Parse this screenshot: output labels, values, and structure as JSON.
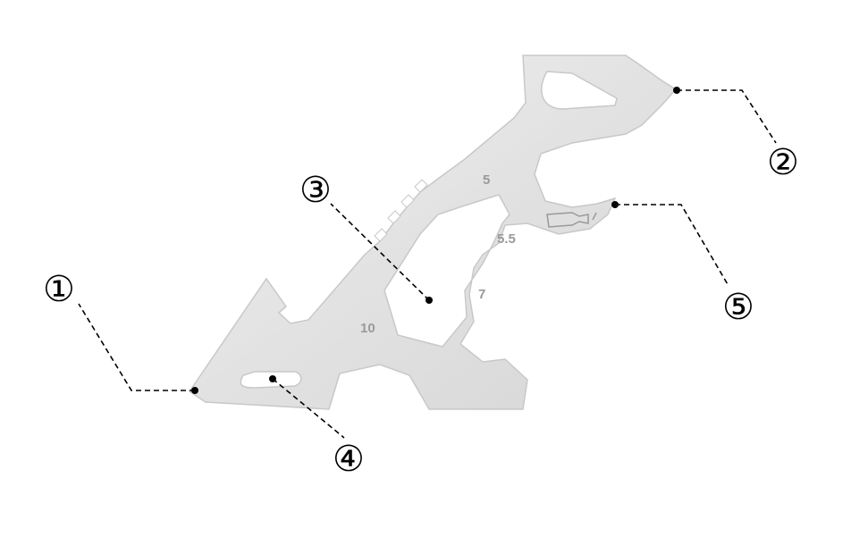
{
  "callouts": [
    {
      "label": "①"
    },
    {
      "label": "②"
    },
    {
      "label": "③"
    },
    {
      "label": "④"
    },
    {
      "label": "⑤"
    }
  ],
  "engravings": [
    "5",
    "5.5",
    "7",
    "10"
  ],
  "colors": {
    "metal": "#e4e4e4",
    "metal_edge": "#c9c9c9",
    "leader": "#000000"
  },
  "icons": [
    "bottle-icon"
  ]
}
